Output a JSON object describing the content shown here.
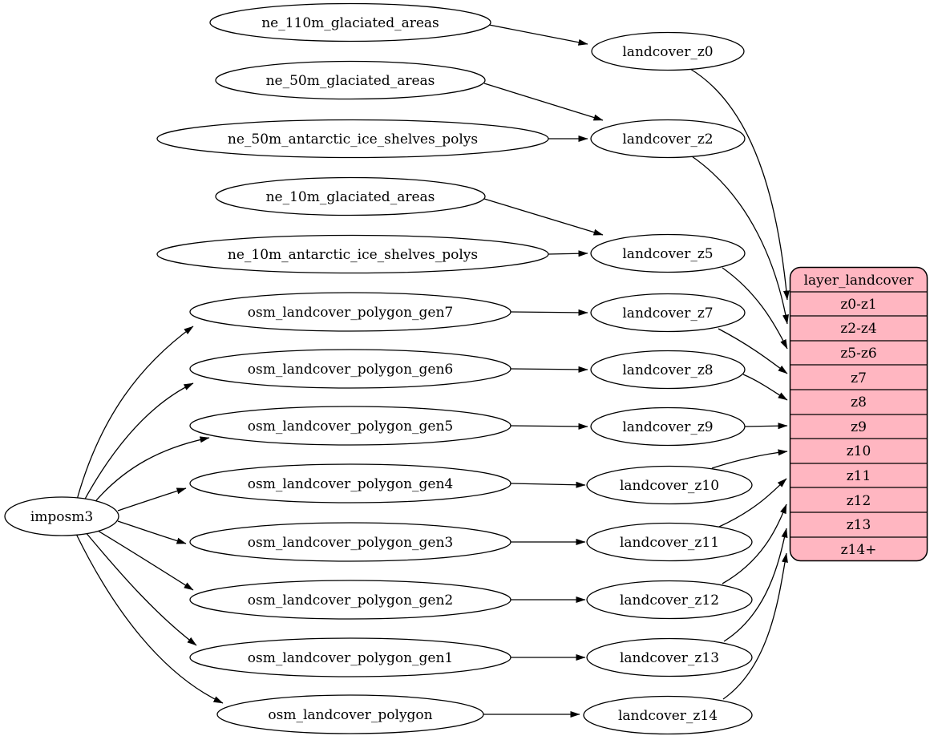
{
  "colors": {
    "record_fill": "#ffb6c1",
    "node_fill": "#ffffff",
    "stroke": "#000000",
    "background": "#ffffff"
  },
  "imposm_node": {
    "label": "imposm3"
  },
  "source_nodes": [
    {
      "label": "ne_110m_glaciated_areas"
    },
    {
      "label": "ne_50m_glaciated_areas"
    },
    {
      "label": "ne_50m_antarctic_ice_shelves_polys"
    },
    {
      "label": "ne_10m_glaciated_areas"
    },
    {
      "label": "ne_10m_antarctic_ice_shelves_polys"
    },
    {
      "label": "osm_landcover_polygon_gen7"
    },
    {
      "label": "osm_landcover_polygon_gen6"
    },
    {
      "label": "osm_landcover_polygon_gen5"
    },
    {
      "label": "osm_landcover_polygon_gen4"
    },
    {
      "label": "osm_landcover_polygon_gen3"
    },
    {
      "label": "osm_landcover_polygon_gen2"
    },
    {
      "label": "osm_landcover_polygon_gen1"
    },
    {
      "label": "osm_landcover_polygon"
    }
  ],
  "stage_nodes": [
    {
      "label": "landcover_z0"
    },
    {
      "label": "landcover_z2"
    },
    {
      "label": "landcover_z5"
    },
    {
      "label": "landcover_z7"
    },
    {
      "label": "landcover_z8"
    },
    {
      "label": "landcover_z9"
    },
    {
      "label": "landcover_z10"
    },
    {
      "label": "landcover_z11"
    },
    {
      "label": "landcover_z12"
    },
    {
      "label": "landcover_z13"
    },
    {
      "label": "landcover_z14"
    }
  ],
  "record_node": {
    "title": "layer_landcover",
    "rows": [
      "z0-z1",
      "z2-z4",
      "z5-z6",
      "z7",
      "z8",
      "z9",
      "z10",
      "z11",
      "z12",
      "z13",
      "z14+"
    ]
  }
}
